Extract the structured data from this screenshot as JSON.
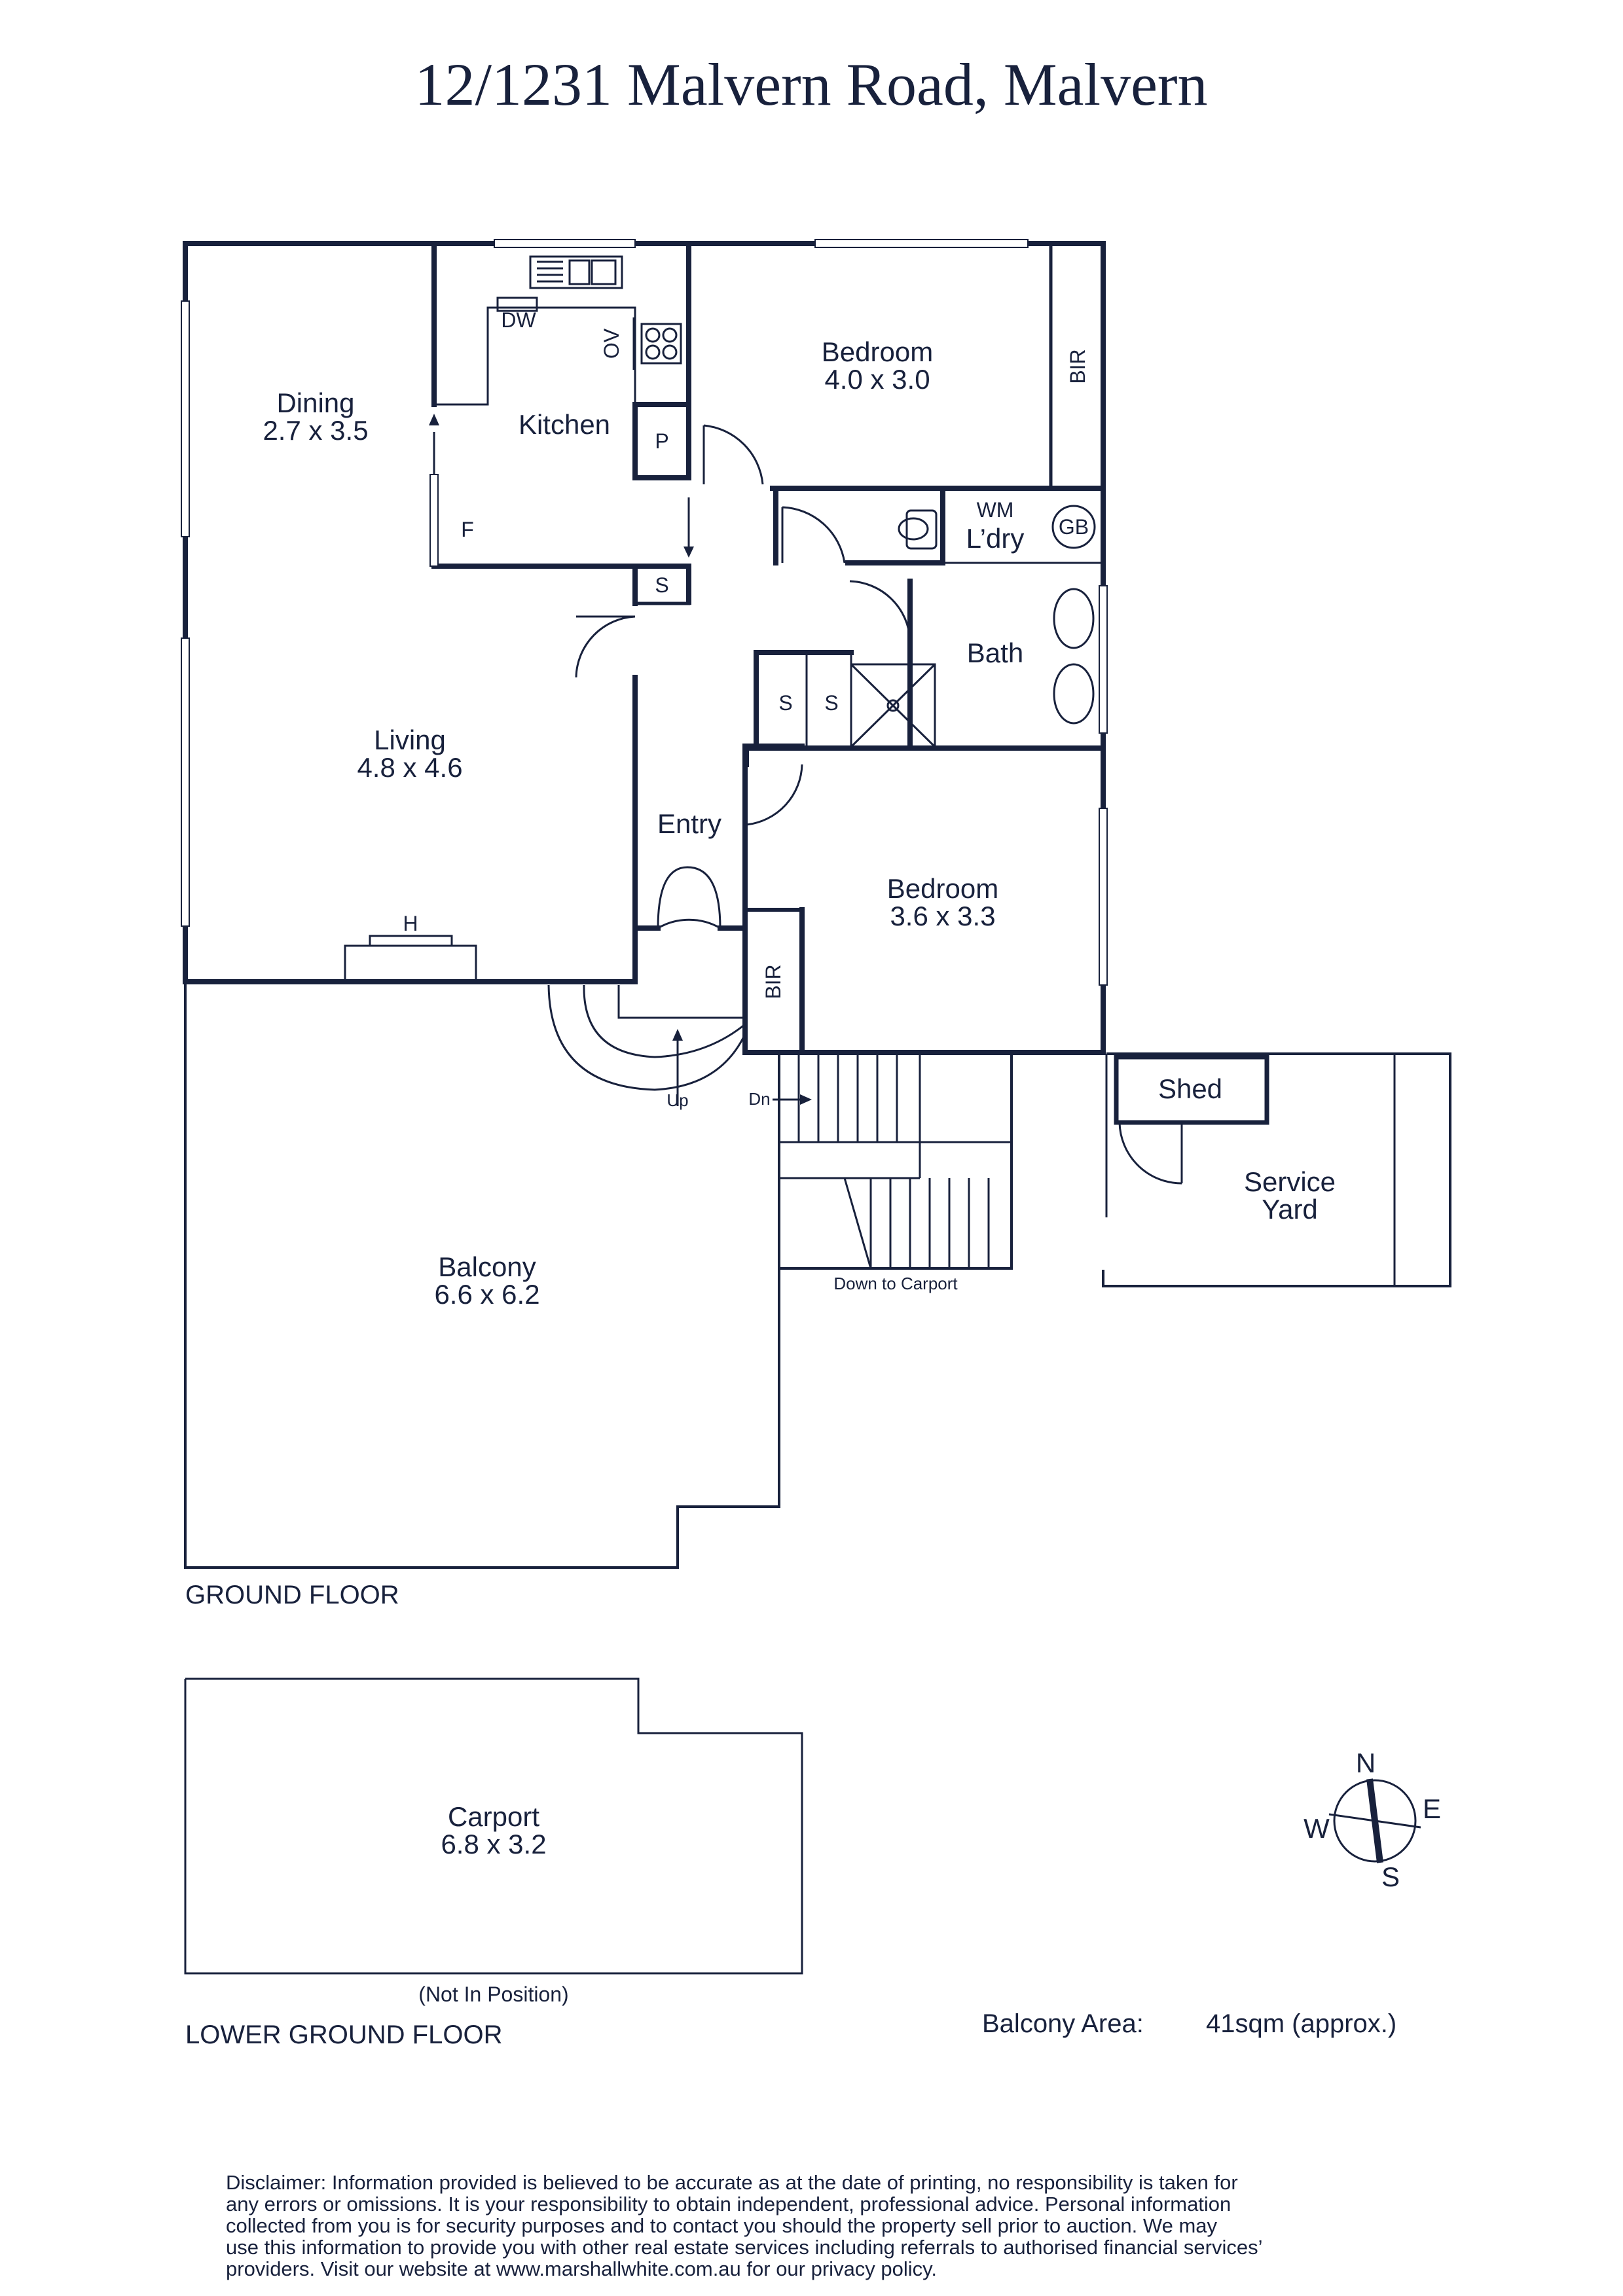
{
  "title": "12/1231 Malvern Road, Malvern",
  "rooms": {
    "dining": {
      "name": "Dining",
      "dims": "2.7 x 3.5"
    },
    "kitchen": {
      "name": "Kitchen"
    },
    "bedroom1": {
      "name": "Bedroom",
      "dims": "4.0 x 3.0"
    },
    "living": {
      "name": "Living",
      "dims": "4.8 x 4.6"
    },
    "laundry": {
      "name": "L’dry"
    },
    "bath": {
      "name": "Bath"
    },
    "entry": {
      "name": "Entry"
    },
    "bedroom2": {
      "name": "Bedroom",
      "dims": "3.6 x 3.3"
    },
    "shed": {
      "name": "Shed"
    },
    "service_yard": {
      "name": "Service",
      "name2": "Yard"
    },
    "balcony": {
      "name": "Balcony",
      "dims": "6.6 x 6.2"
    },
    "carport": {
      "name": "Carport",
      "dims": "6.8 x 3.2"
    }
  },
  "fixtures": {
    "dw": "DW",
    "ov": "OV",
    "p": "P",
    "f": "F",
    "s": "S",
    "bir": "BIR",
    "wm": "WM",
    "gb": "GB",
    "h": "H",
    "up": "Up",
    "dn": "Dn",
    "down_to_carport": "Down to Carport"
  },
  "floors": {
    "ground": "GROUND FLOOR",
    "lower": "LOWER GROUND FLOOR",
    "not_in_position": "(Not In Position)"
  },
  "balcony_area": {
    "label": "Balcony Area:",
    "value": "41sqm (approx.)"
  },
  "compass": {
    "n": "N",
    "e": "E",
    "s": "S",
    "w": "W"
  },
  "disclaimer": [
    "Disclaimer: Information provided is believed to be accurate as at the date of printing, no responsibility is taken for",
    "any errors or omissions. It is your responsibility to obtain independent, professional advice. Personal information",
    "collected from you is for security purposes and to contact you should the property sell prior to auction. We may",
    "use this information to provide you with other real estate services including referrals to authorised financial services’",
    "providers. Visit our website at www.marshallwhite.com.au for our privacy policy."
  ],
  "colors": {
    "ink": "#18213c",
    "background": "#ffffff"
  }
}
